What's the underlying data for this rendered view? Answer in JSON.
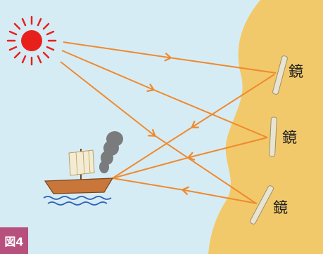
{
  "figure_label": "図4",
  "mirror_labels": [
    "鏡",
    "鏡",
    "鏡"
  ],
  "colors": {
    "sea": "#d6ecf5",
    "shore": "#f2c96a",
    "sun": "#e8201c",
    "ray": "#ee8a2e",
    "mirror": "#e9e4cf",
    "boat_hull": "#c8763a",
    "smoke": "#6f6f6f",
    "figure_label_bg": "#b8507d"
  },
  "icons": [
    "sun-icon",
    "boat-icon",
    "mirror-icon"
  ]
}
